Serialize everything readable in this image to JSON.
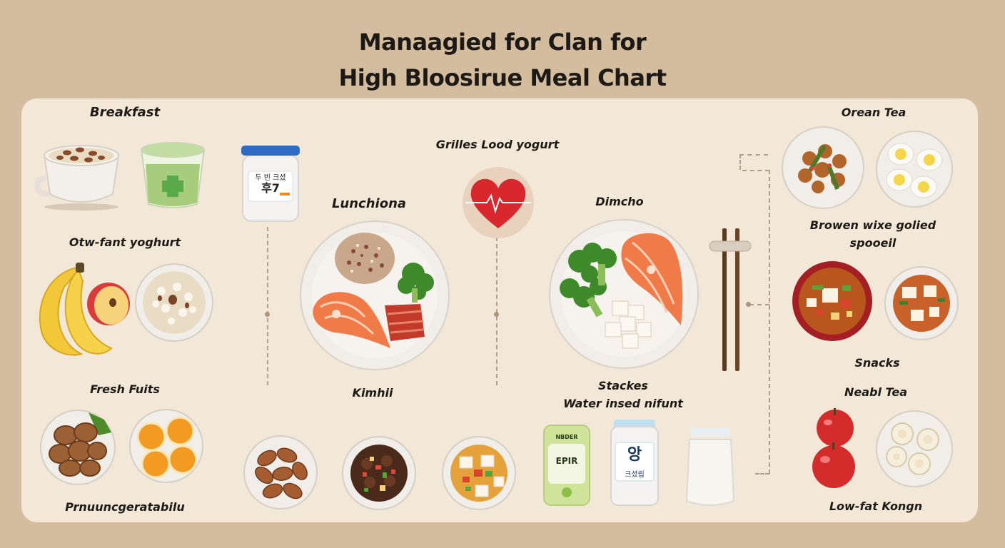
{
  "title": {
    "line1": "Manaagied for Clan for",
    "line2": "High Bloosirue Meal Chart"
  },
  "labels": {
    "breakfast": "Breakfast",
    "otw_fant_yoghurt": "Otw-fant yoghurt",
    "fresh_fruits": "Fresh Fuits",
    "prnuunc": "Prnuuncgeratabilu",
    "grilles_lood_yogurt": "Grilles Lood yogurt",
    "lunchiona": "Lunchiona",
    "kimhii": "Kimhii",
    "dimcho": "Dimcho",
    "stackes": "Stackes",
    "water_insed": "Water insed nifunt",
    "orean_tea": "Orean Tea",
    "browen_line1": "Browen wixe golied",
    "browen_line2": "spooeil",
    "snacks": "Snacks",
    "neabl_tea": "Neabl Tea",
    "low_fat_kongn": "Low-fat Kongn"
  },
  "package_text": {
    "jar_line1": "두 빈 크셨",
    "jar_line2": "후7",
    "green_pack_top": "NBDER",
    "green_pack_mid": "EPIR",
    "milk_pack_big": "앙",
    "milk_pack_small": "크셨립"
  },
  "colors": {
    "background": "#d4bc9f",
    "panel": "#f3e7d7",
    "heart": "#d8282e",
    "text": "#1e1a16"
  }
}
